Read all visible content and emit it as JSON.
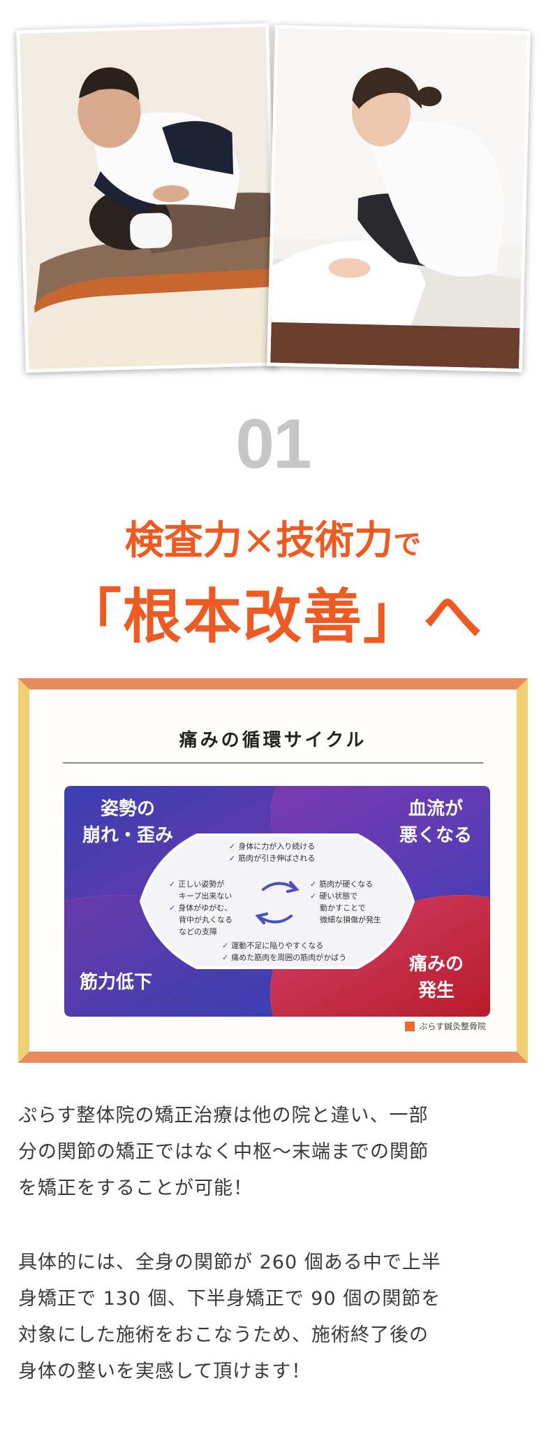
{
  "infographic": {
    "title": "痛みの循環サイクル",
    "quadrants": {
      "top_left": [
        "姿勢の",
        "崩れ・歪み"
      ],
      "top_right": [
        "血流が",
        "悪くなる"
      ],
      "bottom_left": [
        "筋力低下"
      ],
      "bottom_right": [
        "痛みの",
        "発生"
      ]
    },
    "bullets_top": [
      "身体に力が入り続ける",
      "筋肉が引き伸ばされる"
    ],
    "bullets_left": [
      "正しい姿勢が",
      "キープ出来ない",
      "身体がゆがむ、",
      "背中が丸くなる",
      "などの支障"
    ],
    "bullets_right": [
      "筋肉が硬くなる",
      "硬い状態で",
      "動かすことで",
      "微細な損傷が発生"
    ],
    "bullets_bottom": [
      "運動不足に陥りやすくなる",
      "痛めた筋肉を周囲の筋肉がかばう"
    ],
    "logo_text": "ぷらす鍼灸整骨院",
    "colors": {
      "blue": "#3a3fb3",
      "purple": "#7a3a9a",
      "red": "#c7293a",
      "frame_top": "#e88a5e",
      "frame_side": "#f3cf73"
    }
  },
  "heading": {
    "number": "01",
    "line1_a": "検査力",
    "line1_x": "×",
    "line1_b": "技術力",
    "line1_c": "で",
    "line2": "「根本改善」へ",
    "color": "#ef5a22"
  },
  "body": {
    "paragraph1": [
      "ぷらす整体院の矯正治療は他の院と違い、一部",
      "分の関節の矯正ではなく中枢〜末端までの関節",
      "を矯正をすることが可能！"
    ],
    "paragraph2": [
      "具体的には、全身の関節が 260 個ある中で上半",
      "身矯正で 130 個、下半身矯正で 90 個の関節を",
      "対象にした施術をおこなうため、施術終了後の",
      "身体の整いを実感して頂けます！"
    ]
  }
}
